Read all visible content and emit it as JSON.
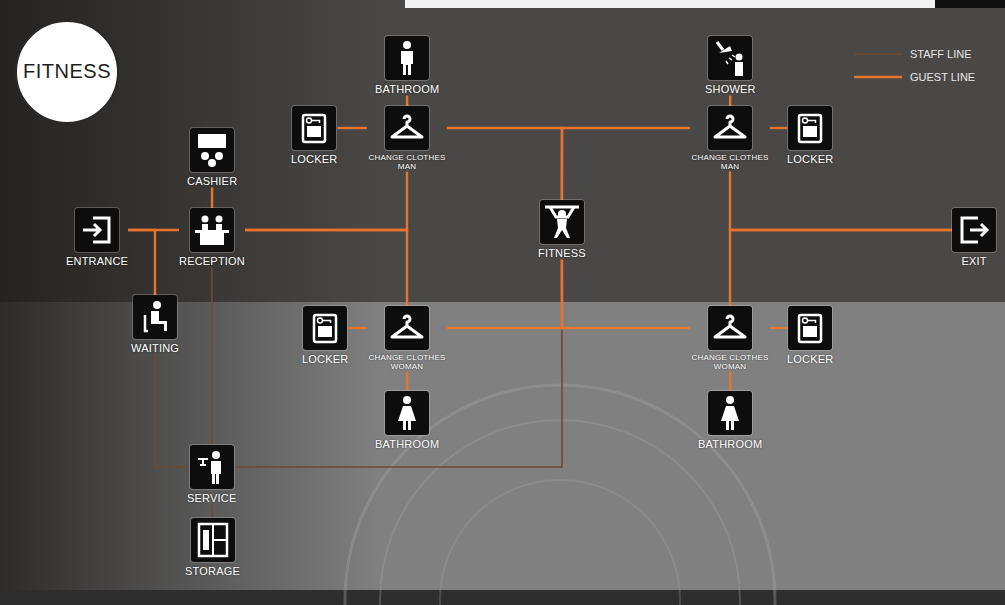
{
  "diagram": {
    "title": "FITNESS",
    "nodes": [
      {
        "text": [
          "BATHROOM"
        ]
      },
      {
        "text": [
          "SHOWER"
        ]
      },
      {
        "text": [
          "LOCKER"
        ]
      },
      {
        "text": [
          "CHANGE CLOTHES MAN"
        ]
      },
      {
        "text": [
          "CASHIER"
        ]
      },
      {
        "text": [
          "CHANGE CLOTHES MAN"
        ]
      },
      {
        "text": [
          "LOCKER"
        ]
      },
      {
        "text": [
          "ENTRANCE"
        ]
      },
      {
        "text": [
          "RECEPTION"
        ]
      },
      {
        "text": [
          "FITNESS"
        ]
      },
      {
        "text": [
          "EXIT"
        ]
      },
      {
        "text": [
          "WAITING"
        ]
      },
      {
        "text": [
          "LOCKER"
        ]
      },
      {
        "text": [
          "CHANGE CLOTHES WOMAN"
        ]
      },
      {
        "text": [
          "CHANGE CLOTHES WOMAN"
        ]
      },
      {
        "text": [
          "LOCKER"
        ]
      },
      {
        "text": [
          "BATHROOM"
        ]
      },
      {
        "text": [
          "BATHROOM"
        ]
      },
      {
        "text": [
          "SERVICE"
        ]
      },
      {
        "text": [
          "STORAGE"
        ]
      }
    ],
    "edges": [
      {
        "from": 7,
        "to": 8,
        "arrow": "none"
      },
      {
        "from": 7,
        "to": 11,
        "arrow": "none"
      },
      {
        "from": 4,
        "to": 8,
        "arrow": "none"
      },
      {
        "from": 8,
        "to": 3,
        "arrow": "none"
      },
      {
        "from": 8,
        "to": 13,
        "arrow": "none"
      },
      {
        "from": 3,
        "to": 0,
        "arrow": "none"
      },
      {
        "from": 2,
        "to": 3,
        "arrow": "none"
      },
      {
        "from": 3,
        "to": 9,
        "arrow": "none"
      },
      {
        "from": 9,
        "to": 5,
        "arrow": "none"
      },
      {
        "from": 1,
        "to": 5,
        "arrow": "none"
      },
      {
        "from": 5,
        "to": 6,
        "arrow": "none"
      },
      {
        "from": 12,
        "to": 13,
        "arrow": "none"
      },
      {
        "from": 13,
        "to": 16,
        "arrow": "none"
      },
      {
        "from": 13,
        "to": 9,
        "arrow": "none"
      },
      {
        "from": 9,
        "to": 14,
        "arrow": "none"
      },
      {
        "from": 14,
        "to": 15,
        "arrow": "none"
      },
      {
        "from": 14,
        "to": 17,
        "arrow": "none"
      },
      {
        "from": 5,
        "to": 10,
        "arrow": "none"
      },
      {
        "from": 14,
        "to": 10,
        "arrow": "none"
      },
      {
        "from": 11,
        "to": 18,
        "arrow": "none"
      },
      {
        "from": 8,
        "to": 18,
        "arrow": "none"
      },
      {
        "from": 18,
        "to": 9,
        "arrow": "none"
      },
      {
        "from": 18,
        "to": 19,
        "arrow": "none"
      }
    ],
    "legend": [
      {
        "text": "STAFF LINE"
      },
      {
        "text": "GUEST LINE"
      }
    ]
  }
}
